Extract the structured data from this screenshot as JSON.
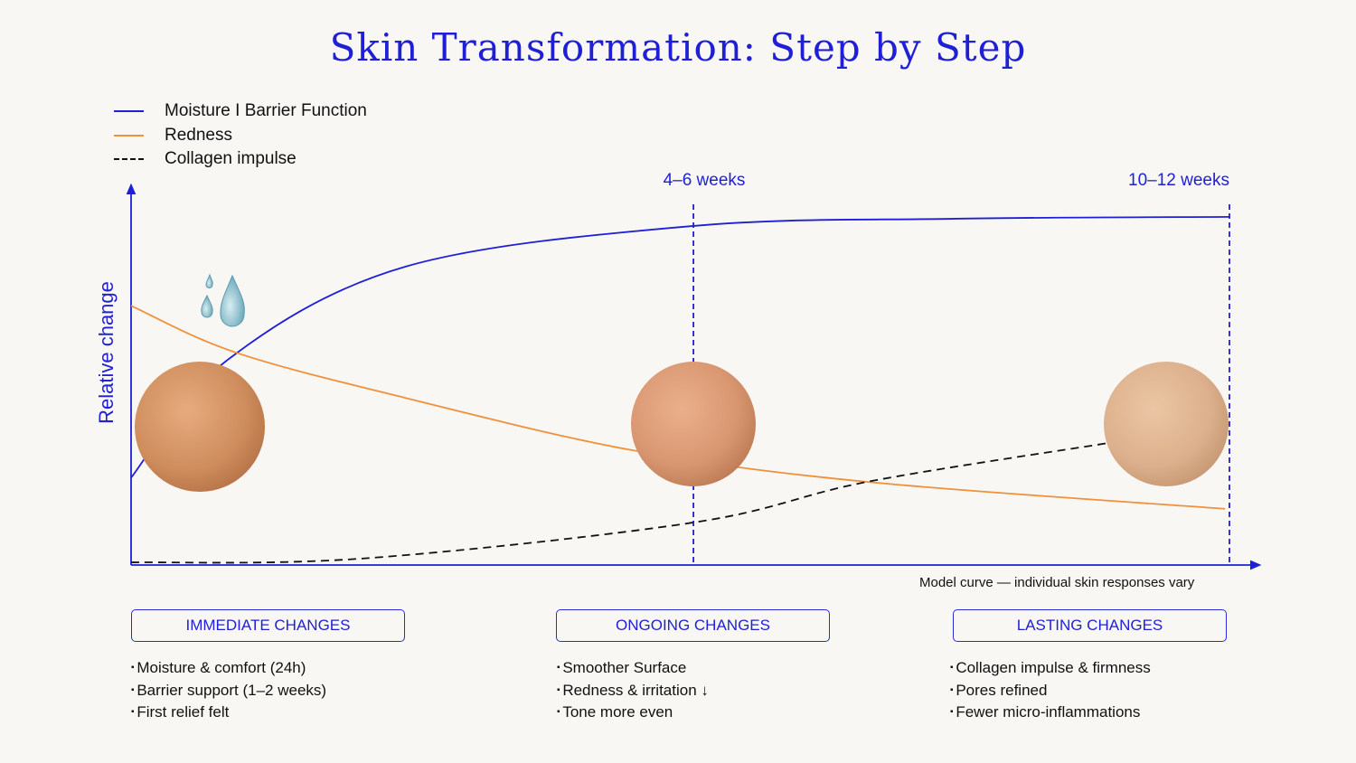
{
  "chart_data": {
    "type": "line",
    "title": "Skin Transformation: Step by Step",
    "xlabel": "",
    "ylabel": "Relative change",
    "xlim": [
      0,
      100
    ],
    "ylim": [
      0,
      100
    ],
    "grid": false,
    "legend_placement": "top-left",
    "series": [
      {
        "name": "Moisture I Barrier Function",
        "color": "#1f1fd6",
        "style": "solid",
        "x": [
          0,
          8.6,
          25,
          51.2,
          75,
          100
        ],
        "y": [
          23,
          53.6,
          78.6,
          89.3,
          91.2,
          91.7
        ]
      },
      {
        "name": "Redness",
        "color": "#f0903a",
        "style": "solid",
        "x": [
          0,
          9.5,
          25,
          45.7,
          67,
          99.6
        ],
        "y": [
          68.3,
          56,
          44,
          30.2,
          21.9,
          14.8
        ]
      },
      {
        "name": "Collagen impulse",
        "color": "#111111",
        "style": "dashed",
        "x": [
          0,
          21,
          51.2,
          67,
          88.9
        ],
        "y": [
          0.7,
          1.7,
          11.2,
          21.9,
          32.1
        ]
      }
    ],
    "markers": [
      {
        "label": "4–6 weeks",
        "x": 51.2
      },
      {
        "label": "10–12 weeks",
        "x": 100
      }
    ],
    "annotation": "Model curve — individual skin responses vary"
  },
  "phases": [
    {
      "title": "IMMEDIATE CHANGES",
      "items": [
        "Moisture & comfort (24h)",
        "Barrier support (1–2 weeks)",
        "First relief felt"
      ]
    },
    {
      "title": "ONGOING CHANGES",
      "items": [
        "Smoother Surface",
        "Redness & irritation ↓",
        "Tone more even"
      ]
    },
    {
      "title": "LASTING CHANGES",
      "items": [
        "Collagen impulse & firmness",
        "Pores refined",
        "Fewer micro-inflammations"
      ]
    }
  ]
}
